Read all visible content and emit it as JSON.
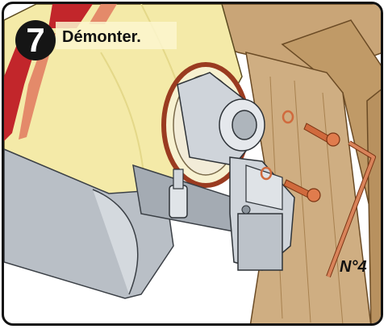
{
  "step": {
    "number": "7",
    "title": "Démonter."
  },
  "tool": {
    "label": "N°4"
  },
  "colors": {
    "frame": "#111111",
    "wood": "#c9a577",
    "wood_dark": "#a8814f",
    "fabric_cream": "#f4eaa8",
    "fabric_red": "#c2262b",
    "bracket_metal": "#cfd4da",
    "cassette": "#b9bfc6",
    "bolt_copper": "#d06a3d",
    "allen_key": "#d9835a"
  }
}
